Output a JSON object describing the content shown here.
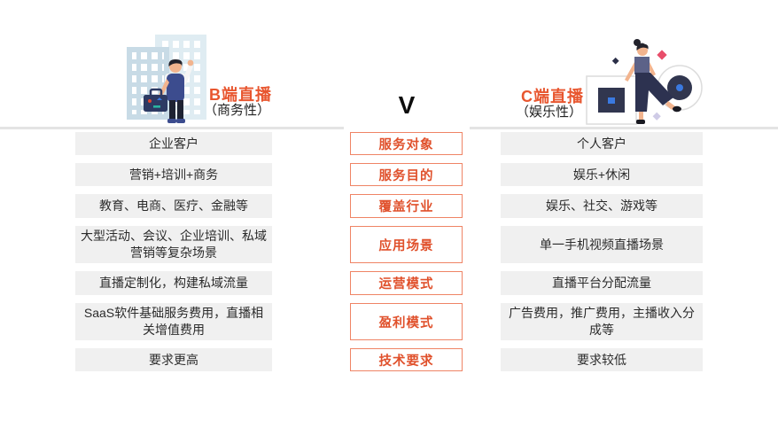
{
  "header": {
    "vs_label": "V",
    "left": {
      "title": "B端直播",
      "subtitle": "（商务性）"
    },
    "right": {
      "title": "C端直播",
      "subtitle": "（娱乐性）"
    }
  },
  "comparison": {
    "criteria": [
      "服务对象",
      "服务目的",
      "覆盖行业",
      "应用场景",
      "运营模式",
      "盈利模式",
      "技术要求"
    ],
    "b_side": [
      "企业客户",
      "营销+培训+商务",
      "教育、电商、医疗、金融等",
      "大型活动、会议、企业培训、私域营销等复杂场景",
      "直播定制化，构建私域流量",
      "SaaS软件基础服务费用，直播相关增值费用",
      "要求更高"
    ],
    "c_side": [
      "个人客户",
      "娱乐+休闲",
      "娱乐、社交、游戏等",
      "单一手机视频直播场景",
      "直播平台分配流量",
      "广告费用，推广费用，主播收入分成等",
      "要求较低"
    ]
  },
  "icons": {
    "left_illustration": "businessman-with-briefcase-and-buildings",
    "right_illustration": "dancing-woman-with-music-shapes"
  },
  "colors": {
    "accent_orange": "#e8562f",
    "criteria_border": "#ef8465",
    "criteria_text": "#e0512c",
    "row_background": "#f0f0f0",
    "divider": "#e4e4e4",
    "illustration_navy": "#31364f",
    "illustration_blue": "#3a79e0",
    "illustration_pink": "#e84e6b"
  }
}
